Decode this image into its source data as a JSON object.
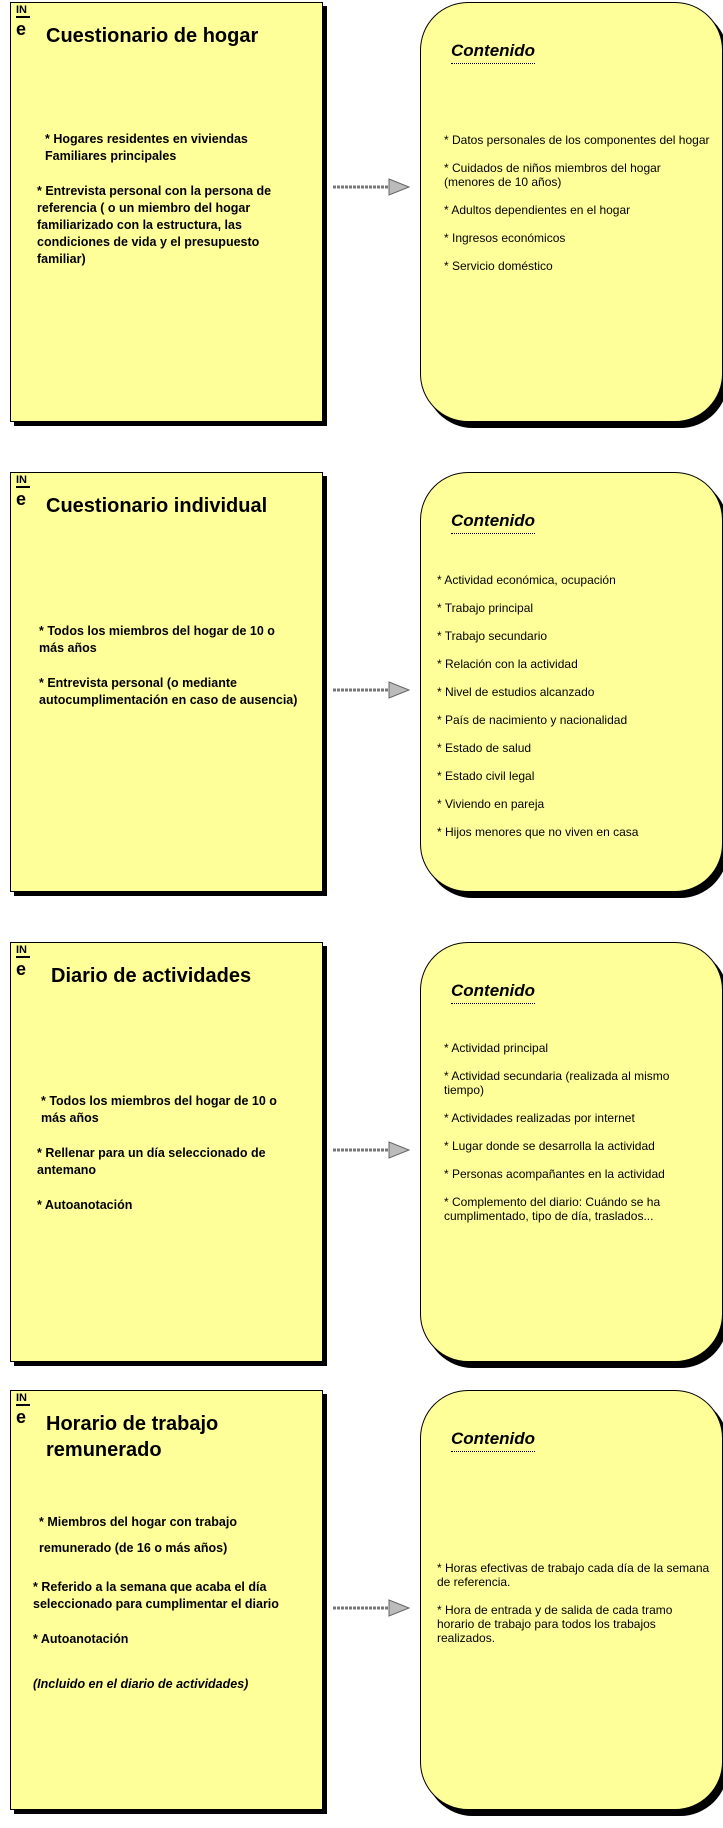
{
  "logo": {
    "top": "IN",
    "bottom": "e"
  },
  "arrow_icon": "gray-right-arrow-icon",
  "colors": {
    "card_fill": "#ffff99",
    "shadow": "#000000"
  },
  "sections": [
    {
      "title": "Cuestionario de hogar",
      "left_items": [
        "* Hogares residentes en viviendas Familiares principales",
        "* Entrevista personal con la persona de referencia ( o un miembro del hogar familiarizado con la estructura, las condiciones de vida y el presupuesto familiar)"
      ],
      "contenido": "Contenido",
      "right_items": [
        "* Datos personales de los componentes del hogar",
        "* Cuidados de niños miembros del hogar (menores de 10 años)",
        "* Adultos dependientes en el hogar",
        "* Ingresos económicos",
        "* Servicio doméstico"
      ]
    },
    {
      "title": "Cuestionario individual",
      "left_items": [
        "* Todos los miembros del hogar de 10 o más años",
        "* Entrevista personal (o mediante autocumplimentación en caso de ausencia)"
      ],
      "contenido": "Contenido",
      "right_items": [
        "* Actividad económica, ocupación",
        "* Trabajo principal",
        "* Trabajo secundario",
        "* Relación con la actividad",
        "* Nivel de estudios alcanzado",
        "* País de nacimiento y nacionalidad",
        "* Estado de salud",
        "* Estado civil legal",
        "* Viviendo en pareja",
        "* Hijos menores que no viven en casa"
      ]
    },
    {
      "title": "Diario de actividades",
      "left_items": [
        "* Todos los miembros del hogar de 10 o más años",
        "* Rellenar para un día seleccionado de antemano",
        "* Autoanotación"
      ],
      "contenido": "Contenido",
      "right_items": [
        "* Actividad principal",
        "* Actividad secundaria (realizada al mismo tiempo)",
        "* Actividades realizadas por internet",
        "* Lugar donde se desarrolla la actividad",
        "* Personas acompañantes en la actividad",
        "* Complemento del diario: Cuándo se ha cumplimentado, tipo de día, traslados..."
      ]
    },
    {
      "title": "Horario de trabajo remunerado",
      "left_items": [
        "* Miembros del hogar con trabajo remunerado (de 16 o más años)",
        "* Referido a la semana que acaba el día seleccionado para cumplimentar el diario",
        "* Autoanotación",
        "(Incluido en el diario de actividades)"
      ],
      "contenido": "Contenido",
      "right_items": [
        "* Horas efectivas de trabajo cada día de la semana de referencia.",
        "* Hora de entrada y de salida de cada tramo horario de trabajo para todos los trabajos realizados."
      ]
    }
  ]
}
